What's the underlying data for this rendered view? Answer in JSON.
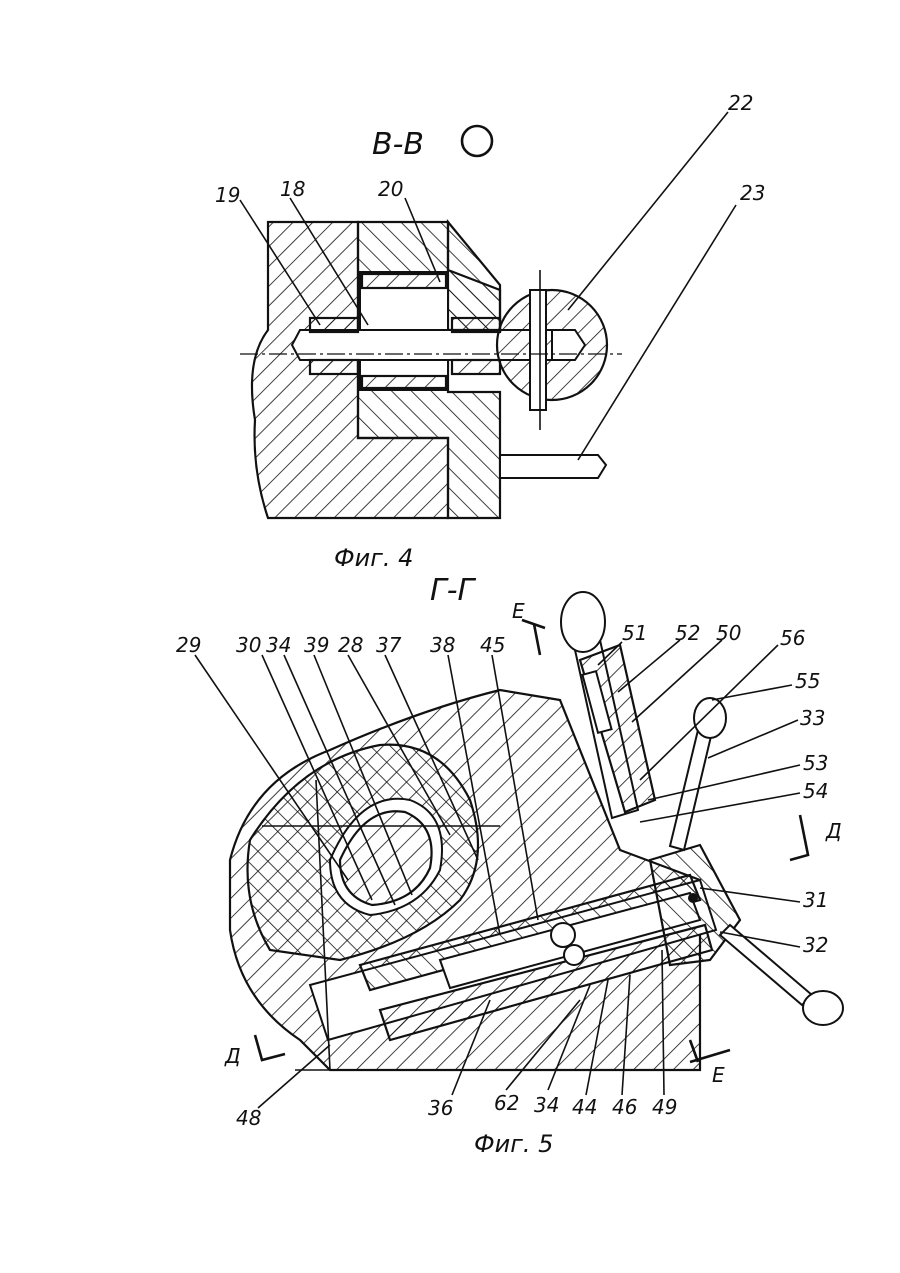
{
  "figure4": {
    "section_label": "В-В",
    "caption": "Фиг. 4",
    "labels": [
      "19",
      "18",
      "20",
      "22",
      "23"
    ]
  },
  "figure5": {
    "section_label": "Г-Г",
    "caption": "Фиг. 5",
    "cut_labels": {
      "e_top": "Е",
      "e_bottom": "Е",
      "d_left": "Д",
      "d_right": "Д"
    },
    "labels_top": [
      "29",
      "30",
      "34",
      "39",
      "28",
      "37",
      "38",
      "45",
      "51",
      "52",
      "50",
      "56"
    ],
    "labels_right": [
      "55",
      "33",
      "53",
      "54",
      "31",
      "32"
    ],
    "labels_bottom": [
      "48",
      "36",
      "62",
      "34",
      "44",
      "46",
      "49"
    ]
  }
}
